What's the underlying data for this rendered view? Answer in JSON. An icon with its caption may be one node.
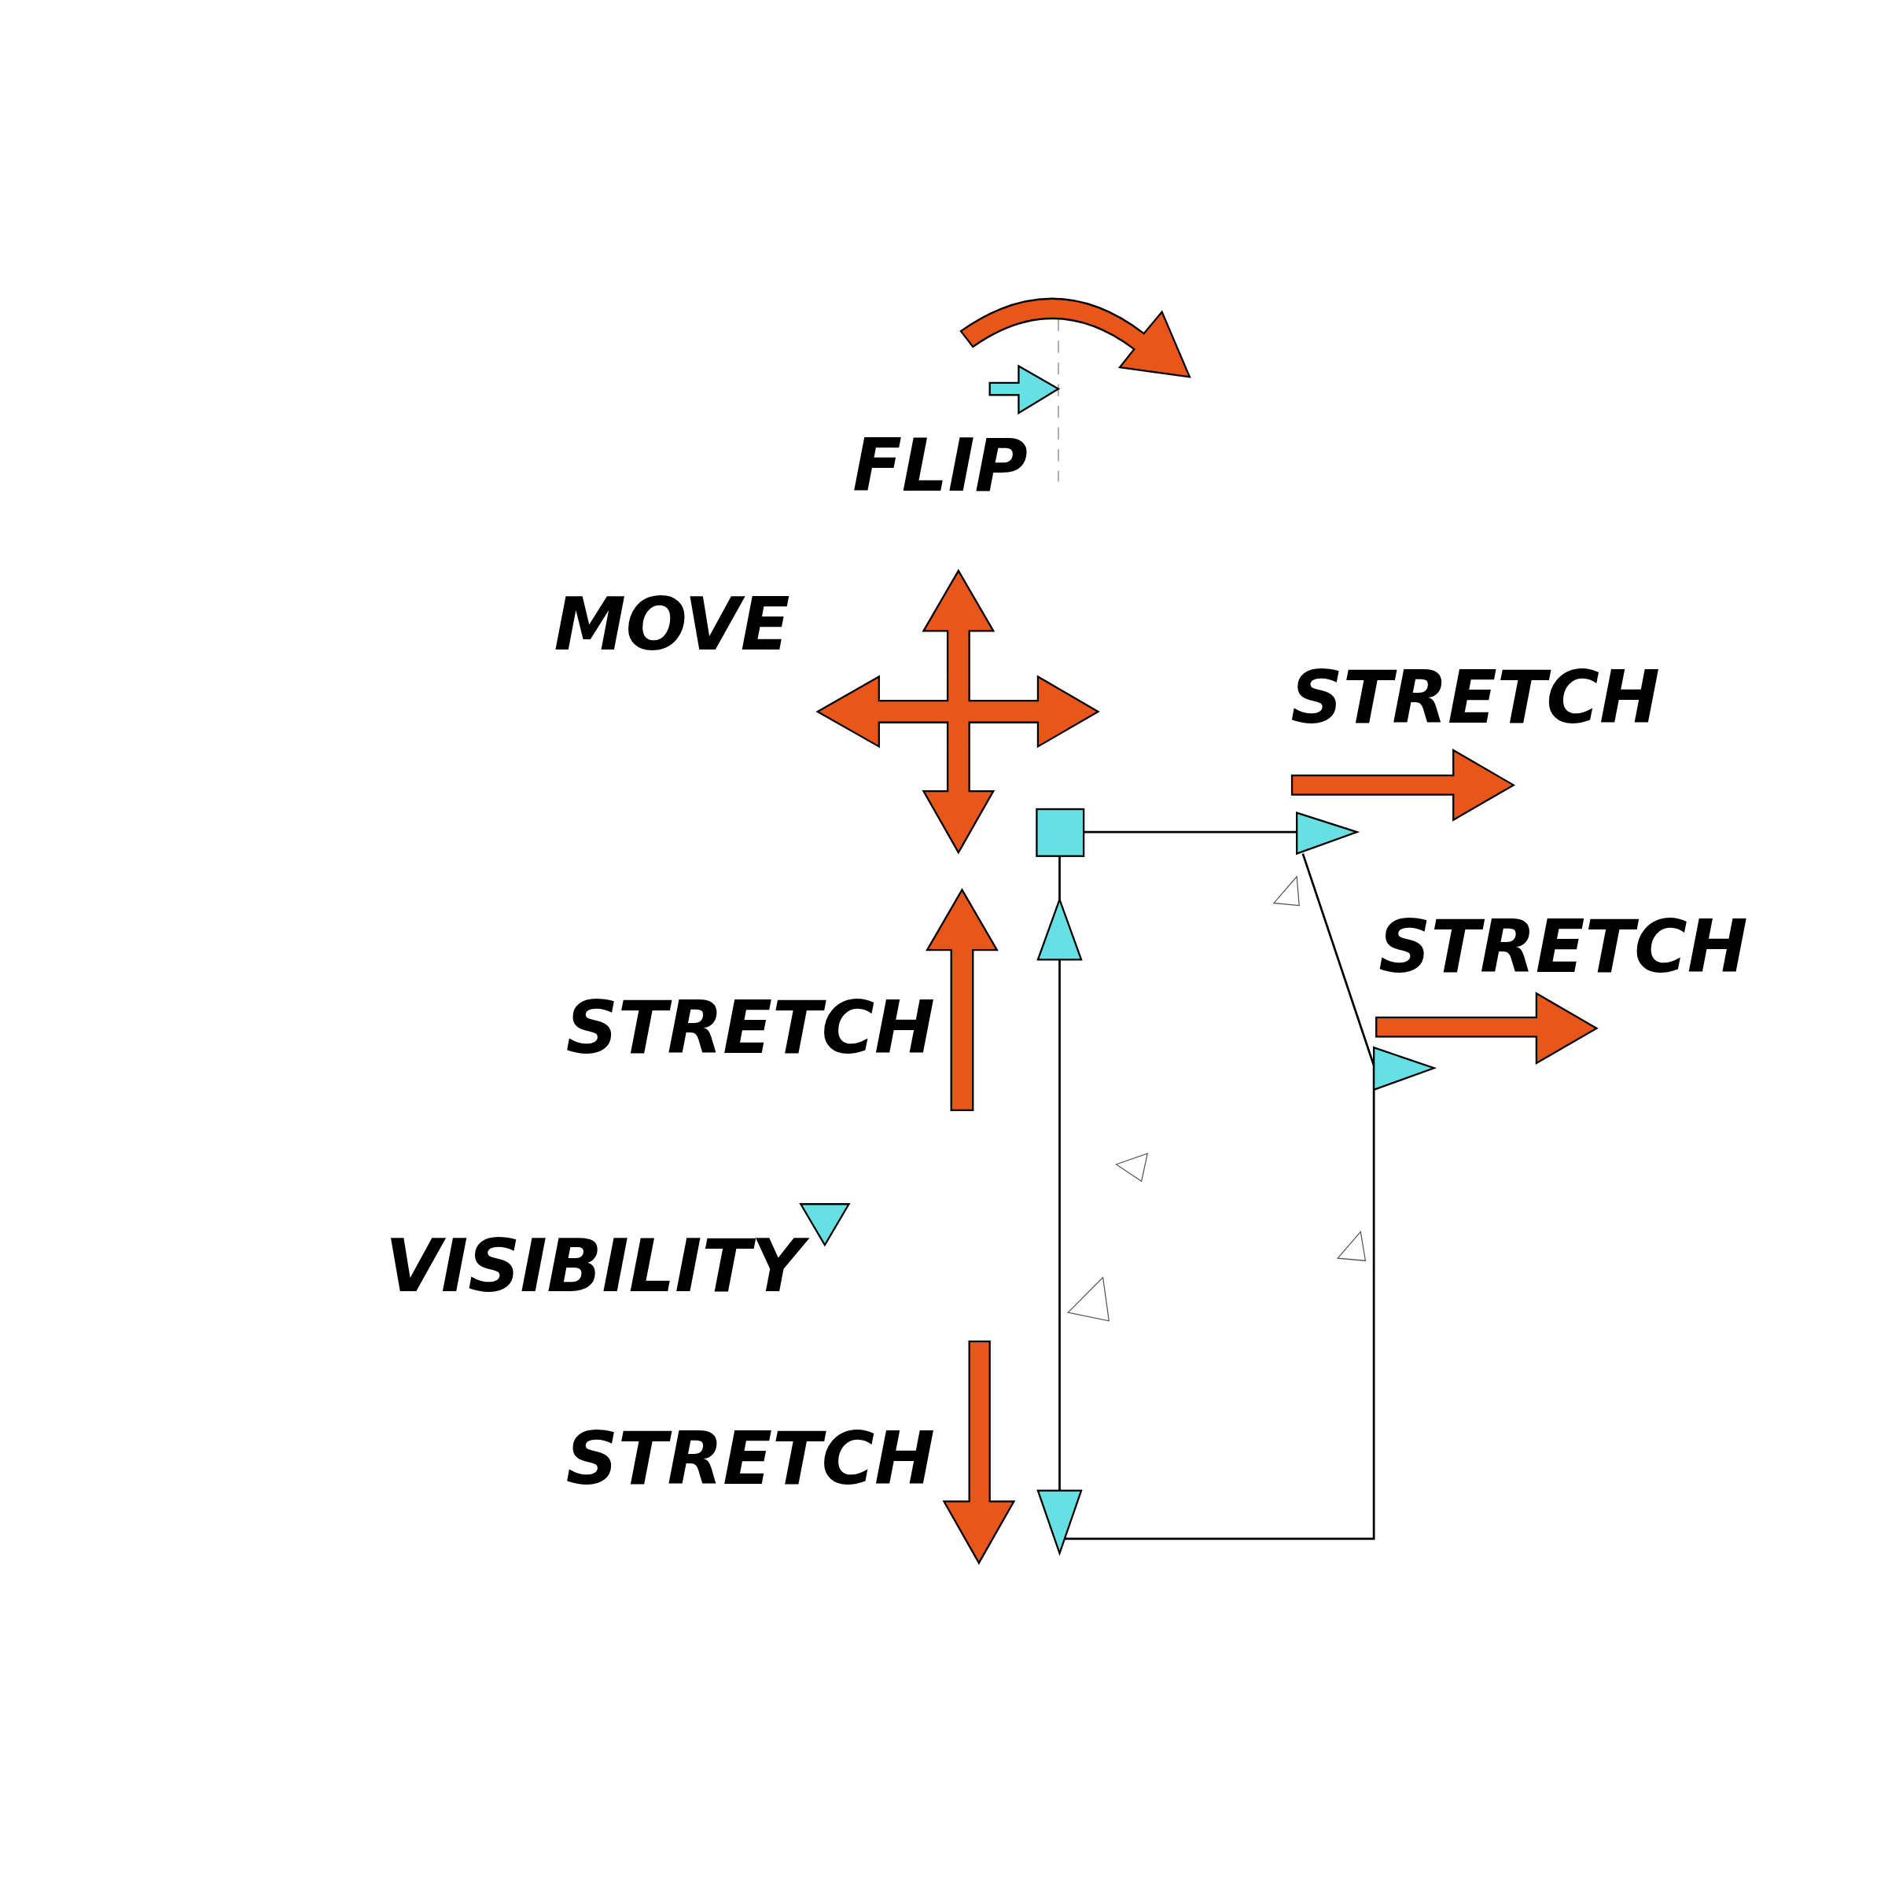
{
  "diagram": {
    "labels": [
      "FLIP",
      "MOVE",
      "STRETCH",
      "STRETCH",
      "STRETCH",
      "VISIBILITY",
      "STRETCH"
    ]
  }
}
